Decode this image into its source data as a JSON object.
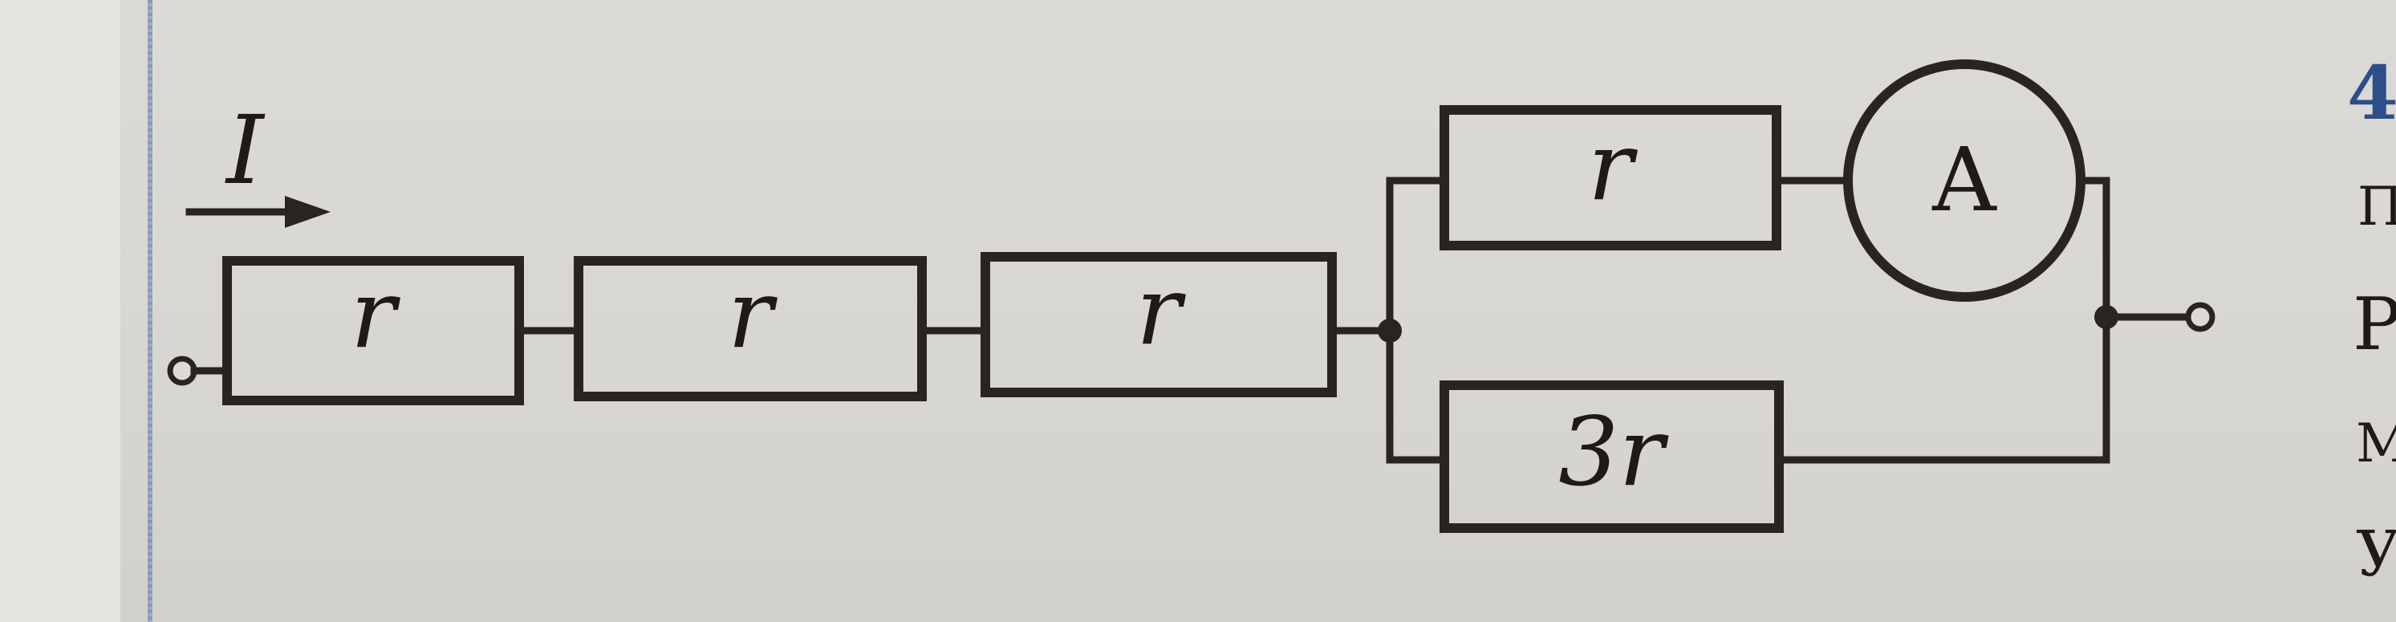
{
  "current_label": "I",
  "resistors": {
    "r1": "r",
    "r2": "r",
    "r3": "r",
    "upper_branch": "r",
    "lower_branch": "3r"
  },
  "ammeter": "A",
  "edge_fragments": [
    "4",
    "П",
    "Р",
    "М",
    "У"
  ]
}
